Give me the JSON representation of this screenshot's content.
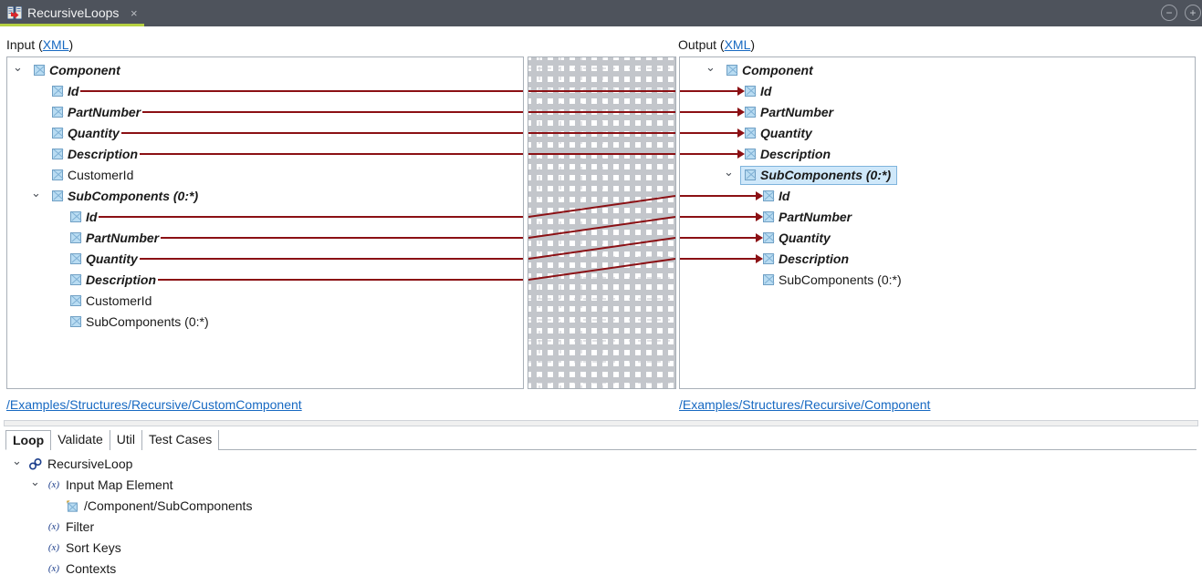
{
  "window": {
    "tab_title": "RecursiveLoops",
    "tab_icon": "mapping-document-icon",
    "close_label": "×",
    "minimize_label": "−",
    "maximize_label": "+",
    "accent_color": "#b6d141",
    "titlebar_color": "#4e535c",
    "link_color": "#1769c2",
    "connector_color": "#8b1014",
    "selection_color": "#cfe8fa"
  },
  "input_panel": {
    "label_prefix": "Input (",
    "label_link": "XML",
    "label_suffix": ")",
    "path": "/Examples/Structures/Recursive/CustomComponent",
    "rows": [
      {
        "label": "Component",
        "indent": 0,
        "mapped": true,
        "twisty": true,
        "connected": false
      },
      {
        "label": "Id",
        "indent": 1,
        "mapped": true,
        "twisty": false,
        "connected": true
      },
      {
        "label": "PartNumber",
        "indent": 1,
        "mapped": true,
        "twisty": false,
        "connected": true
      },
      {
        "label": "Quantity",
        "indent": 1,
        "mapped": true,
        "twisty": false,
        "connected": true
      },
      {
        "label": "Description",
        "indent": 1,
        "mapped": true,
        "twisty": false,
        "connected": true
      },
      {
        "label": "CustomerId",
        "indent": 1,
        "mapped": false,
        "twisty": false,
        "connected": false
      },
      {
        "label": "SubComponents (0:*)",
        "indent": 1,
        "mapped": true,
        "twisty": true,
        "connected": false
      },
      {
        "label": "Id",
        "indent": 2,
        "mapped": true,
        "twisty": false,
        "connected": true
      },
      {
        "label": "PartNumber",
        "indent": 2,
        "mapped": true,
        "twisty": false,
        "connected": true
      },
      {
        "label": "Quantity",
        "indent": 2,
        "mapped": true,
        "twisty": false,
        "connected": true
      },
      {
        "label": "Description",
        "indent": 2,
        "mapped": true,
        "twisty": false,
        "connected": true
      },
      {
        "label": "CustomerId",
        "indent": 2,
        "mapped": false,
        "twisty": false,
        "connected": false
      },
      {
        "label": "SubComponents (0:*)",
        "indent": 2,
        "mapped": false,
        "twisty": false,
        "connected": false
      }
    ]
  },
  "output_panel": {
    "label_prefix": "Output (",
    "label_link": "XML",
    "label_suffix": ")",
    "path": "/Examples/Structures/Recursive/Component",
    "rows": [
      {
        "label": "Component",
        "indent": 0,
        "mapped": true,
        "twisty": true,
        "arrow": false,
        "selected": false
      },
      {
        "label": "Id",
        "indent": 1,
        "mapped": true,
        "twisty": false,
        "arrow": true,
        "selected": false
      },
      {
        "label": "PartNumber",
        "indent": 1,
        "mapped": true,
        "twisty": false,
        "arrow": true,
        "selected": false
      },
      {
        "label": "Quantity",
        "indent": 1,
        "mapped": true,
        "twisty": false,
        "arrow": true,
        "selected": false
      },
      {
        "label": "Description",
        "indent": 1,
        "mapped": true,
        "twisty": false,
        "arrow": true,
        "selected": false
      },
      {
        "label": "SubComponents (0:*)",
        "indent": 1,
        "mapped": true,
        "twisty": true,
        "arrow": false,
        "selected": true
      },
      {
        "label": "Id",
        "indent": 2,
        "mapped": true,
        "twisty": false,
        "arrow": true,
        "selected": false
      },
      {
        "label": "PartNumber",
        "indent": 2,
        "mapped": true,
        "twisty": false,
        "arrow": true,
        "selected": false
      },
      {
        "label": "Quantity",
        "indent": 2,
        "mapped": true,
        "twisty": false,
        "arrow": true,
        "selected": false
      },
      {
        "label": "Description",
        "indent": 2,
        "mapped": true,
        "twisty": false,
        "arrow": true,
        "selected": false
      },
      {
        "label": "SubComponents (0:*)",
        "indent": 2,
        "mapped": false,
        "twisty": false,
        "arrow": false,
        "selected": false
      }
    ]
  },
  "mapping_lines": [
    {
      "from_row": 1,
      "to_row": 1,
      "kind": "straight"
    },
    {
      "from_row": 2,
      "to_row": 2,
      "kind": "straight"
    },
    {
      "from_row": 3,
      "to_row": 3,
      "kind": "straight"
    },
    {
      "from_row": 4,
      "to_row": 4,
      "kind": "straight"
    },
    {
      "from_row": 7,
      "to_row": 6,
      "kind": "diagonal"
    },
    {
      "from_row": 8,
      "to_row": 7,
      "kind": "diagonal"
    },
    {
      "from_row": 9,
      "to_row": 8,
      "kind": "diagonal"
    },
    {
      "from_row": 10,
      "to_row": 9,
      "kind": "diagonal"
    }
  ],
  "bottom_tabs": {
    "items": [
      {
        "label": "Loop",
        "active": true
      },
      {
        "label": "Validate",
        "active": false
      },
      {
        "label": "Util",
        "active": false
      },
      {
        "label": "Test Cases",
        "active": false
      }
    ]
  },
  "bottom_tree": {
    "rows": [
      {
        "label": "RecursiveLoop",
        "indent": 0,
        "icon": "recursive-loop-icon",
        "twisty": true
      },
      {
        "label": "Input Map Element",
        "indent": 1,
        "icon": "fx-icon",
        "twisty": true
      },
      {
        "label": "/Component/SubComponents",
        "indent": 2,
        "icon": "xml-element-icon",
        "twisty": false
      },
      {
        "label": "Filter",
        "indent": 1,
        "icon": "fx-icon",
        "twisty": false
      },
      {
        "label": "Sort Keys",
        "indent": 1,
        "icon": "fx-icon",
        "twisty": false
      },
      {
        "label": "Contexts",
        "indent": 1,
        "icon": "fx-icon",
        "twisty": false
      }
    ]
  }
}
